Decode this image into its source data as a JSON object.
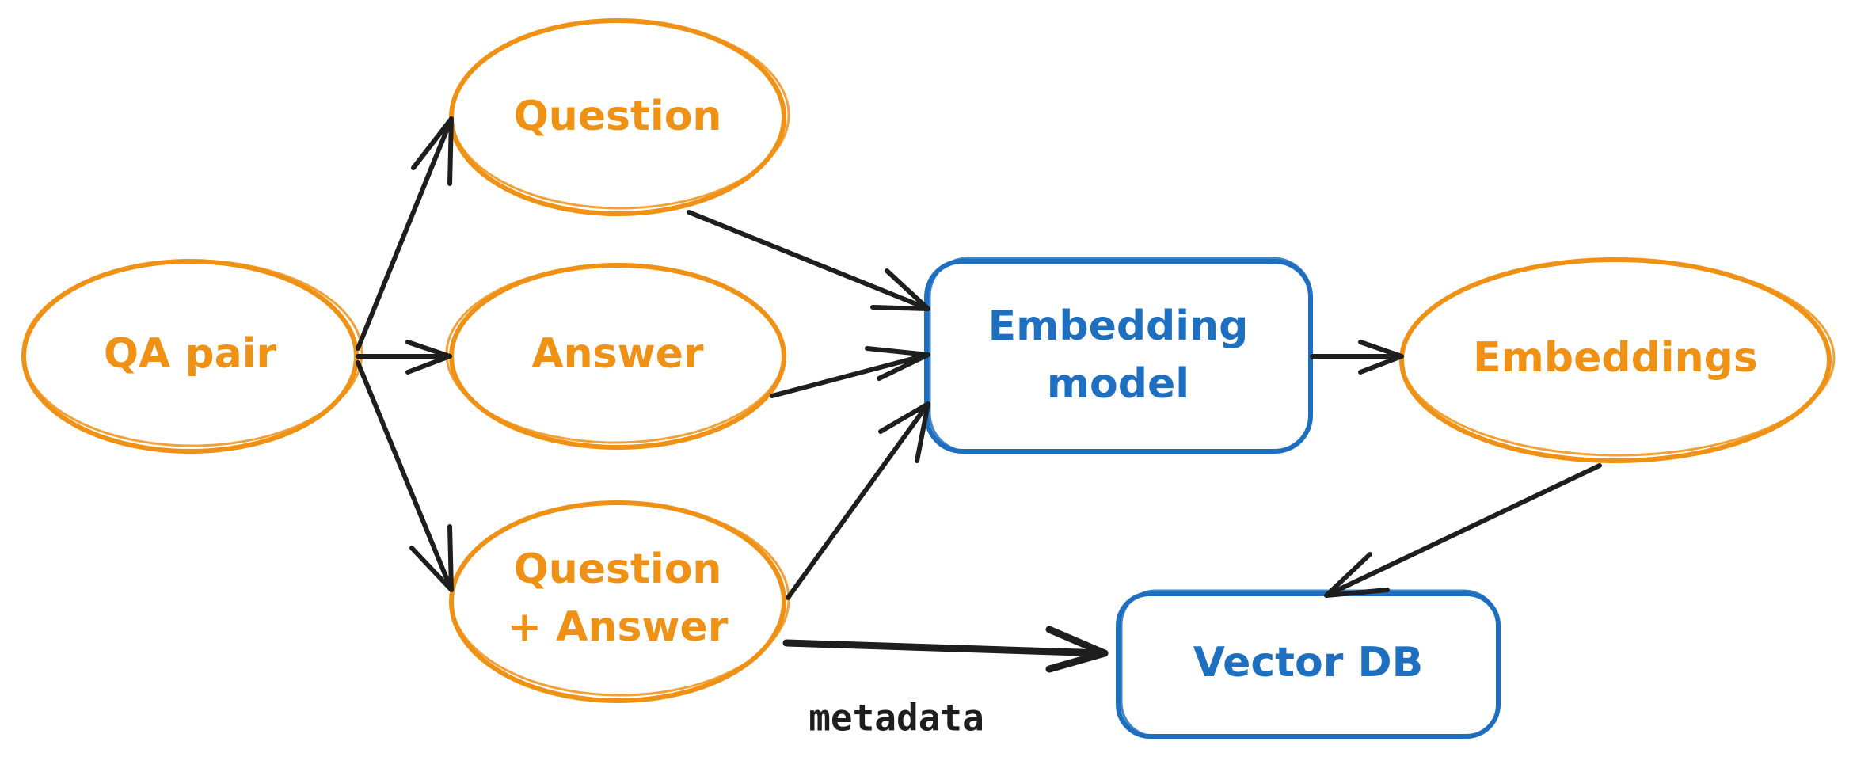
{
  "nodes": {
    "qa_pair": "QA pair",
    "question": "Question",
    "answer": "Answer",
    "question_answer_line1": "Question",
    "question_answer_line2": "+ Answer",
    "embedding_model_line1": "Embedding",
    "embedding_model_line2": "model",
    "embeddings": "Embeddings",
    "vector_db": "Vector DB"
  },
  "edges": {
    "metadata_label": "metadata"
  },
  "colors": {
    "orange": "#ef9115",
    "blue": "#1e6fc0",
    "arrow": "#1e1e1e"
  }
}
